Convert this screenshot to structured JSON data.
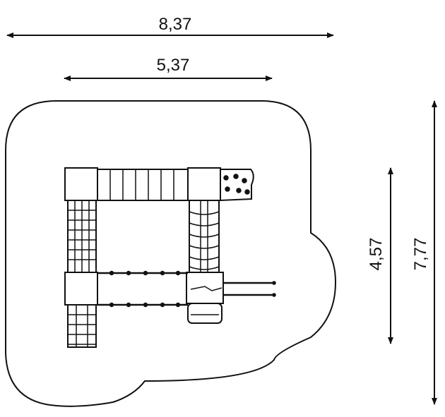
{
  "dimensions": {
    "overall_width": "8,37",
    "inner_width": "5,37",
    "inner_depth": "4,57",
    "overall_depth": "7,77"
  }
}
